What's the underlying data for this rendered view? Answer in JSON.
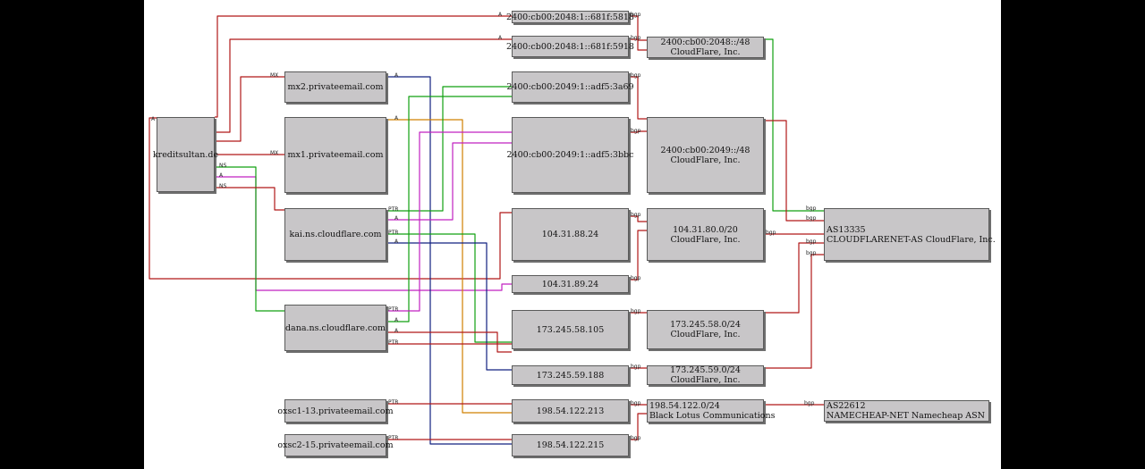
{
  "nodes": {
    "kreditsultan": [
      "kreditsultan.de"
    ],
    "mx2": [
      "mx2.privateemail.com"
    ],
    "mx1": [
      "mx1.privateemail.com"
    ],
    "kai": [
      "kai.ns.cloudflare.com"
    ],
    "dana": [
      "dana.ns.cloudflare.com"
    ],
    "oxsc1": [
      "oxsc1-13.privateemail.com"
    ],
    "oxsc2": [
      "oxsc2-15.privateemail.com"
    ],
    "ip6_5818": [
      "2400:cb00:2048:1::681f:5818"
    ],
    "ip6_5918": [
      "2400:cb00:2048:1::681f:5918"
    ],
    "ip6_3a69": [
      "2400:cb00:2049:1::adf5:3a69"
    ],
    "ip6_3bbc": [
      "2400:cb00:2049:1::adf5:3bbc"
    ],
    "ip_88_24": [
      "104.31.88.24"
    ],
    "ip_89_24": [
      "104.31.89.24"
    ],
    "ip_58_105": [
      "173.245.58.105"
    ],
    "ip_59_188": [
      "173.245.59.188"
    ],
    "ip_122_213": [
      "198.54.122.213"
    ],
    "ip_122_215": [
      "198.54.122.215"
    ],
    "net_2048": [
      "2400:cb00:2048::/48",
      "CloudFlare, Inc."
    ],
    "net_2049": [
      "2400:cb00:2049::/48",
      "CloudFlare, Inc."
    ],
    "net_104": [
      "104.31.80.0/20",
      "CloudFlare, Inc."
    ],
    "net_58": [
      "173.245.58.0/24",
      "CloudFlare, Inc."
    ],
    "net_59": [
      "173.245.59.0/24",
      "CloudFlare, Inc."
    ],
    "net_198": [
      "198.54.122.0/24",
      "Black Lotus Communications"
    ],
    "as13335": [
      "AS13335",
      "CLOUDFLARENET-AS CloudFlare, Inc."
    ],
    "as22612": [
      "AS22612",
      "NAMECHEAP-NET Namecheap ASN"
    ]
  },
  "edges": [
    {
      "from": "kreditsultan",
      "to": "ip6_5818",
      "label": "A",
      "color": "#b01818"
    },
    {
      "from": "kreditsultan",
      "to": "ip6_5918",
      "label": "A",
      "color": "#b01818"
    },
    {
      "from": "kreditsultan",
      "to": "mx2",
      "label": "MX",
      "color": "#b01818"
    },
    {
      "from": "kreditsultan",
      "to": "mx1",
      "label": "MX",
      "color": "#b01818"
    },
    {
      "from": "kreditsultan",
      "to": "ip_88_24",
      "label": "A",
      "color": "#b01818"
    },
    {
      "from": "kreditsultan",
      "to": "ip_89_24",
      "label": "A",
      "color": "#c020c0"
    },
    {
      "from": "kreditsultan",
      "to": "dana",
      "label": "NS",
      "color": "#10a010"
    },
    {
      "from": "kreditsultan",
      "to": "kai",
      "label": "NS",
      "color": "#b01818"
    },
    {
      "from": "mx2",
      "to": "ip_122_215",
      "label": "A",
      "color": "#102080"
    },
    {
      "from": "mx1",
      "to": "ip_122_213",
      "label": "A",
      "color": "#d08000"
    },
    {
      "from": "kai",
      "to": "ip6_3a69",
      "label": "PTR",
      "color": "#10a010"
    },
    {
      "from": "kai",
      "to": "ip6_3bbc",
      "label": "A",
      "color": "#c020c0"
    },
    {
      "from": "kai",
      "to": "ip_58_105",
      "label": "PTR",
      "color": "#10a010"
    },
    {
      "from": "kai",
      "to": "ip_59_188",
      "label": "A",
      "color": "#102080"
    },
    {
      "from": "dana",
      "to": "ip6_3a69",
      "label": "A",
      "color": "#10a010"
    },
    {
      "from": "dana",
      "to": "ip6_3bbc",
      "label": "PTR",
      "color": "#c020c0"
    },
    {
      "from": "dana",
      "to": "ip_58_105",
      "label": "A",
      "color": "#b01818"
    },
    {
      "from": "dana",
      "to": "ip_59_188",
      "label": "PTR",
      "color": "#b01818"
    },
    {
      "from": "oxsc1",
      "to": "ip_122_213",
      "label": "PTR",
      "color": "#b01818"
    },
    {
      "from": "oxsc2",
      "to": "ip_122_215",
      "label": "PTR",
      "color": "#b01818"
    },
    {
      "from": "ip6_5818",
      "to": "net_2048",
      "label": "bgp",
      "color": "#b01818"
    },
    {
      "from": "ip6_5918",
      "to": "net_2048",
      "label": "bgp",
      "color": "#b01818"
    },
    {
      "from": "ip6_3a69",
      "to": "net_2049",
      "label": "bgp",
      "color": "#b01818"
    },
    {
      "from": "ip6_3bbc",
      "to": "net_2049",
      "label": "bgp",
      "color": "#b01818"
    },
    {
      "from": "ip_88_24",
      "to": "net_104",
      "label": "bgp",
      "color": "#b01818"
    },
    {
      "from": "ip_89_24",
      "to": "net_104",
      "label": "bgp",
      "color": "#b01818"
    },
    {
      "from": "ip_58_105",
      "to": "net_58",
      "label": "bgp",
      "color": "#b01818"
    },
    {
      "from": "ip_59_188",
      "to": "net_59",
      "label": "bgp",
      "color": "#b01818"
    },
    {
      "from": "ip_122_213",
      "to": "net_198",
      "label": "bgp",
      "color": "#b01818"
    },
    {
      "from": "ip_122_215",
      "to": "net_198",
      "label": "bgp",
      "color": "#b01818"
    },
    {
      "from": "net_2048",
      "to": "as13335",
      "label": "bgp",
      "color": "#10a010"
    },
    {
      "from": "net_2049",
      "to": "as13335",
      "label": "bgp",
      "color": "#b01818"
    },
    {
      "from": "net_104",
      "to": "as13335",
      "label": "bgp",
      "color": "#b01818"
    },
    {
      "from": "net_58",
      "to": "as13335",
      "label": "bgp",
      "color": "#b01818"
    },
    {
      "from": "net_59",
      "to": "as13335",
      "label": "bgp",
      "color": "#b01818"
    },
    {
      "from": "net_198",
      "to": "as22612",
      "label": "bgp",
      "color": "#b01818"
    }
  ]
}
